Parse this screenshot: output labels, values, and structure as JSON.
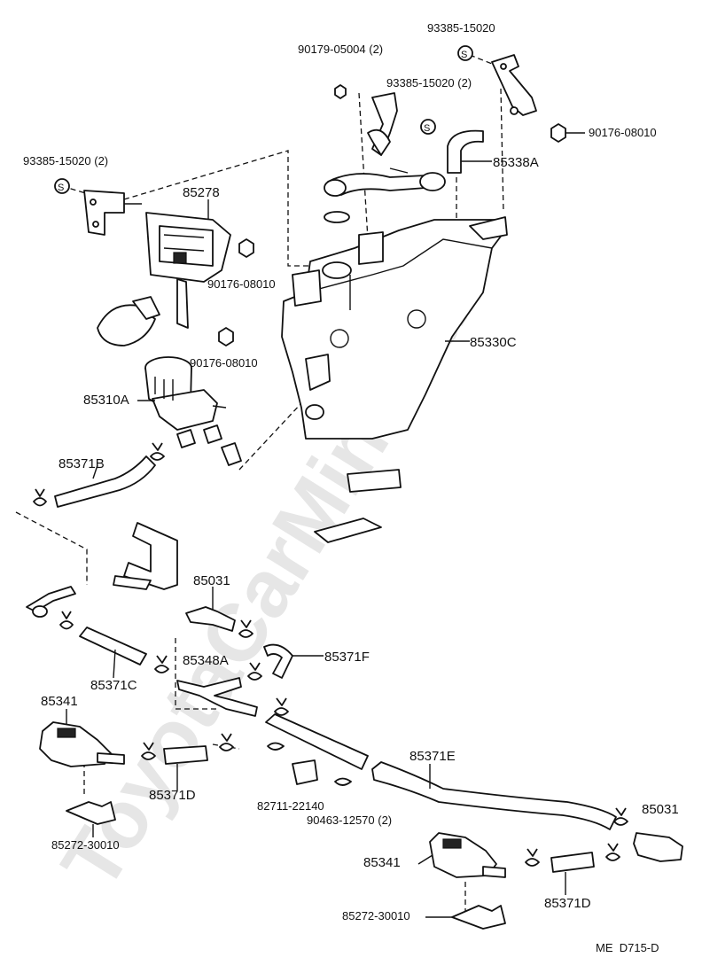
{
  "watermark": "ToyotaCarMine.ru",
  "footer_code": "ME  D715-D",
  "labels": {
    "p93385_top": "93385-15020",
    "p90179": "90179-05004 (2)",
    "p93385_mid": "93385-15020 (2)",
    "p90176_right": "90176-08010",
    "p85338A": "85338A",
    "p93385_left": "93385-15020 (2)",
    "p85278": "85278",
    "p90176_a": "90176-08010",
    "p90176_b": "90176-08010",
    "p85330C": "85330C",
    "p85310A": "85310A",
    "p85371B": "85371B",
    "p85031_top": "85031",
    "p85348A": "85348A",
    "p85371F": "85371F",
    "p85371C": "85371C",
    "p85341_left": "85341",
    "p85371D_left": "85371D",
    "p85371E": "85371E",
    "p82711": "82711-22140",
    "p90463": "90463-12570 (2)",
    "p85272_left": "85272-30010",
    "p85031_right": "85031",
    "p85341_right": "85341",
    "p85371D_right": "85371D",
    "p85272_right": "85272-30010"
  },
  "icons": [
    "s-washer-icon",
    "clamp-icon",
    "nut-icon",
    "hose-icon",
    "reservoir-tank-icon",
    "pump-motor-icon"
  ]
}
